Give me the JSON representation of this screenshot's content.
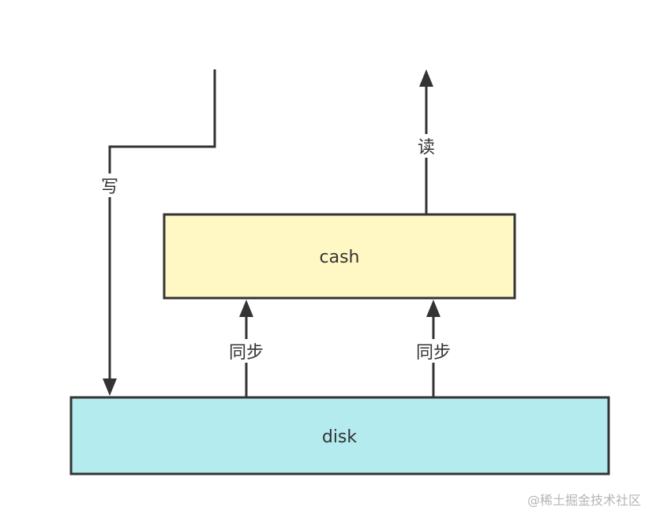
{
  "nodes": {
    "cash": {
      "label": "cash",
      "fill": "#fff8c4"
    },
    "disk": {
      "label": "disk",
      "fill": "#b4ebee"
    }
  },
  "edges": {
    "write": {
      "label": "写"
    },
    "read": {
      "label": "读"
    },
    "sync_left": {
      "label": "同步"
    },
    "sync_right": {
      "label": "同步"
    }
  },
  "colors": {
    "stroke": "#333333",
    "text": "#333333"
  },
  "watermark": "@稀土掘金技术社区"
}
